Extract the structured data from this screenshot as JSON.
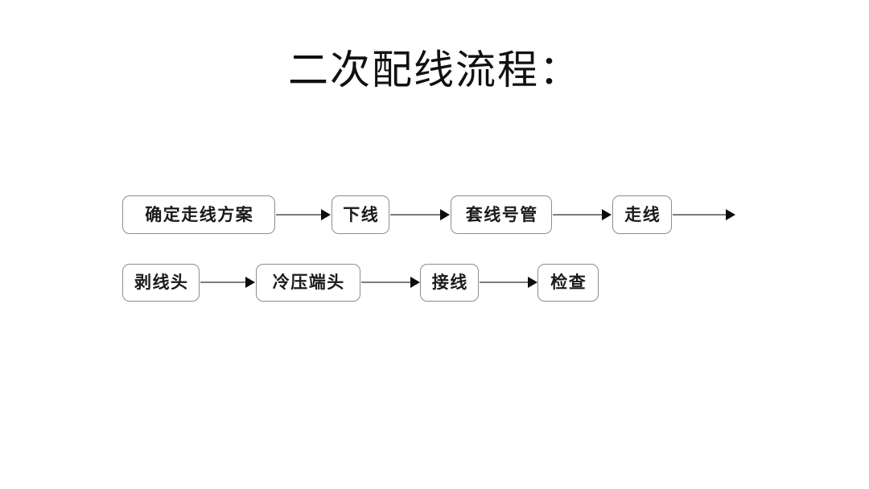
{
  "slide": {
    "title": "二次配线流程：",
    "background_color": "#ffffff",
    "box_border_color": "#8d8d8d",
    "connector_color": "#7d7d7d",
    "arrowhead_color": "#0d0d0d",
    "text_color": "#1a1a1a"
  },
  "diagram": {
    "type": "process-flowchart",
    "row1": {
      "steps": [
        {
          "label": "确定走线方案"
        },
        {
          "label": "下线"
        },
        {
          "label": "套线号管"
        },
        {
          "label": "走线"
        }
      ],
      "trailing_arrow": true
    },
    "row2": {
      "steps": [
        {
          "label": "剥线头"
        },
        {
          "label": "冷压端头"
        },
        {
          "label": "接线"
        },
        {
          "label": "检查"
        }
      ],
      "trailing_arrow": false
    }
  }
}
